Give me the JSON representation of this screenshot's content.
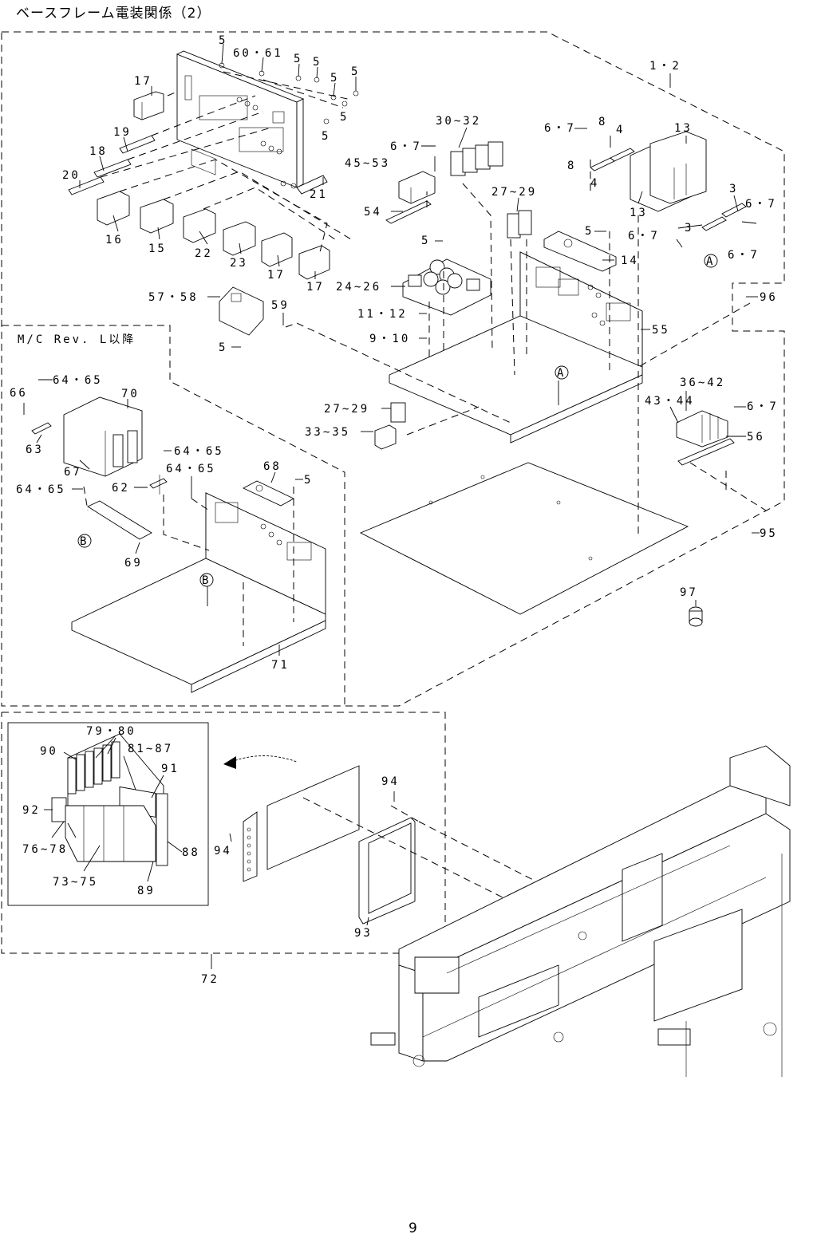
{
  "title": "ベースフレーム電装関係（2）",
  "page_number": "9",
  "rev_note": "M/C Rev. L以降",
  "circle_refs": {
    "a1": "A",
    "a2": "A",
    "b1": "B",
    "b2": "B"
  },
  "callouts": [
    "5",
    "60・61",
    "5",
    "5",
    "5",
    "5",
    "5",
    "5",
    "17",
    "19",
    "18",
    "20",
    "21",
    "16",
    "15",
    "22",
    "23",
    "17",
    "17",
    "1・2",
    "30~32",
    "6・7",
    "45~53",
    "54",
    "6・7",
    "8",
    "4",
    "8",
    "4",
    "13",
    "13",
    "3",
    "6・7",
    "3",
    "6・7",
    "6・7",
    "27~29",
    "5",
    "24~26",
    "5",
    "14",
    "57・58",
    "59",
    "5",
    "11・12",
    "9・10",
    "55",
    "96",
    "64・65",
    "66",
    "70",
    "63",
    "67",
    "64・65",
    "64・65",
    "62",
    "64・65",
    "68",
    "5",
    "69",
    "71",
    "27~29",
    "33~35",
    "36~42",
    "43・44",
    "6・7",
    "56",
    "95",
    "97",
    "79・80",
    "90",
    "81~87",
    "91",
    "92",
    "76~78",
    "73~75",
    "89",
    "88",
    "94",
    "94",
    "93",
    "72"
  ]
}
